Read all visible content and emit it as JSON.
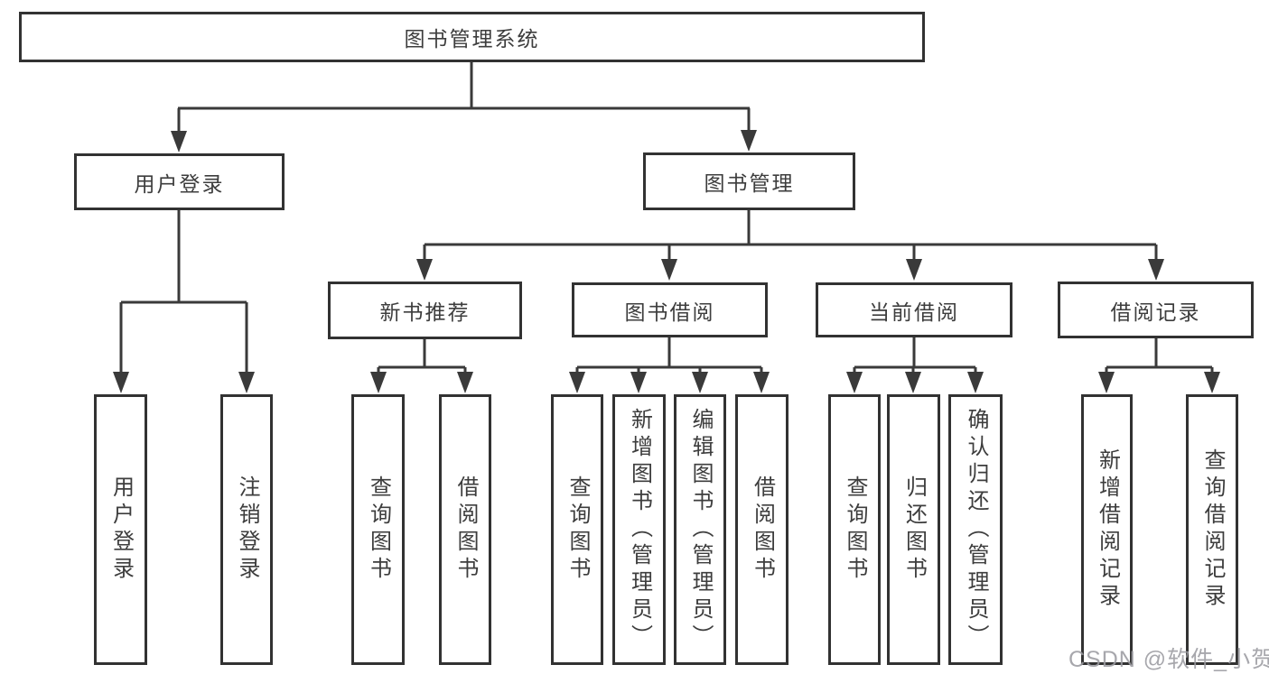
{
  "diagram_title": "图书管理系统",
  "nodes": {
    "root": "图书管理系统",
    "user_login": "用户登录",
    "book_mgmt": "图书管理",
    "recommend": "新书推荐",
    "borrow": "图书借阅",
    "current": "当前借阅",
    "records": "借阅记录"
  },
  "leaves": {
    "login": [
      "用户登录",
      "注销登录"
    ],
    "recommend": [
      "查询图书",
      "借阅图书"
    ],
    "borrow": [
      "查询图书",
      "新增图书（管理员）",
      "编辑图书（管理员）",
      "借阅图书"
    ],
    "current": [
      "查询图书",
      "归还图书",
      "确认归还（管理员）"
    ],
    "records": [
      "新增借阅记录",
      "查询借阅记录"
    ]
  },
  "watermark": "CSDN @软件_小贺同学",
  "colors": {
    "line": "#3a3a3a",
    "border": "#323232",
    "text": "#3d3d3d",
    "watermark": "#9b9ba1",
    "background": "#ffffff"
  }
}
